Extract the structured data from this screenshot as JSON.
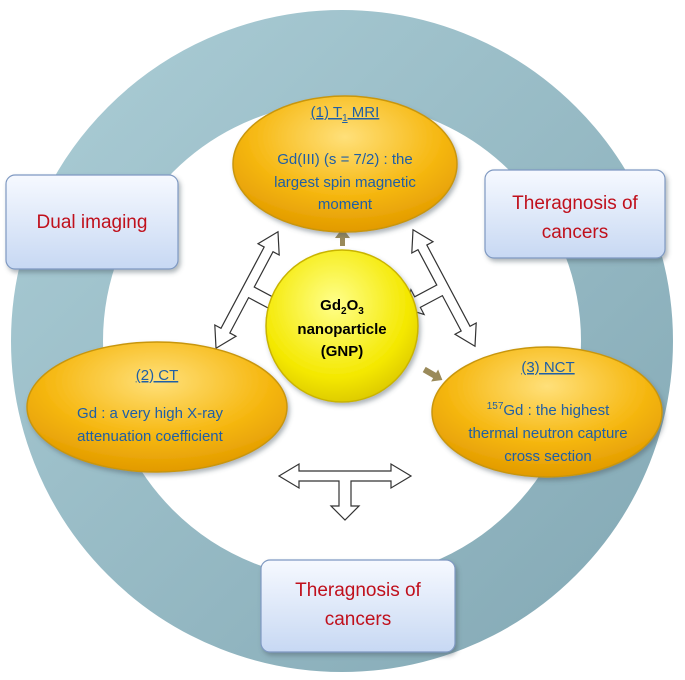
{
  "center": {
    "formula_main": "Gd",
    "formula_sub1": "2",
    "formula_o": "O",
    "formula_sub2": "3",
    "line2": "nanoparticle",
    "line3": "(GNP)"
  },
  "modalities": {
    "mri": {
      "title_prefix": "(1) T",
      "title_sub": "1",
      "title_suffix": " MRI",
      "lines": [
        "Gd(III) (s = 7/2) : the",
        "largest spin magnetic",
        "moment"
      ]
    },
    "ct": {
      "title": "(2) CT",
      "lines": [
        "Gd : a very high X-ray",
        "attenuation coefficient"
      ]
    },
    "nct": {
      "title": "(3) NCT",
      "line1_sup": "157",
      "line1_rest": "Gd : the highest",
      "lines": [
        "thermal neutron capture",
        "cross section"
      ]
    }
  },
  "boxes": {
    "dual_imaging": "Dual imaging",
    "theragnosis_right": [
      "Theragnosis of",
      "cancers"
    ],
    "theragnosis_bottom": [
      "Theragnosis of",
      "cancers"
    ]
  },
  "colors": {
    "ring": "#94b9c4",
    "ellipse_fill": "#f3b510",
    "ellipse_stroke": "#c8960a",
    "center_fill": "#f4e400",
    "box_fill": "#dbe6f7",
    "box_text": "#c0101c",
    "ellipse_text": "#1f5fa6",
    "small_arrow": "#9a8a5a"
  }
}
